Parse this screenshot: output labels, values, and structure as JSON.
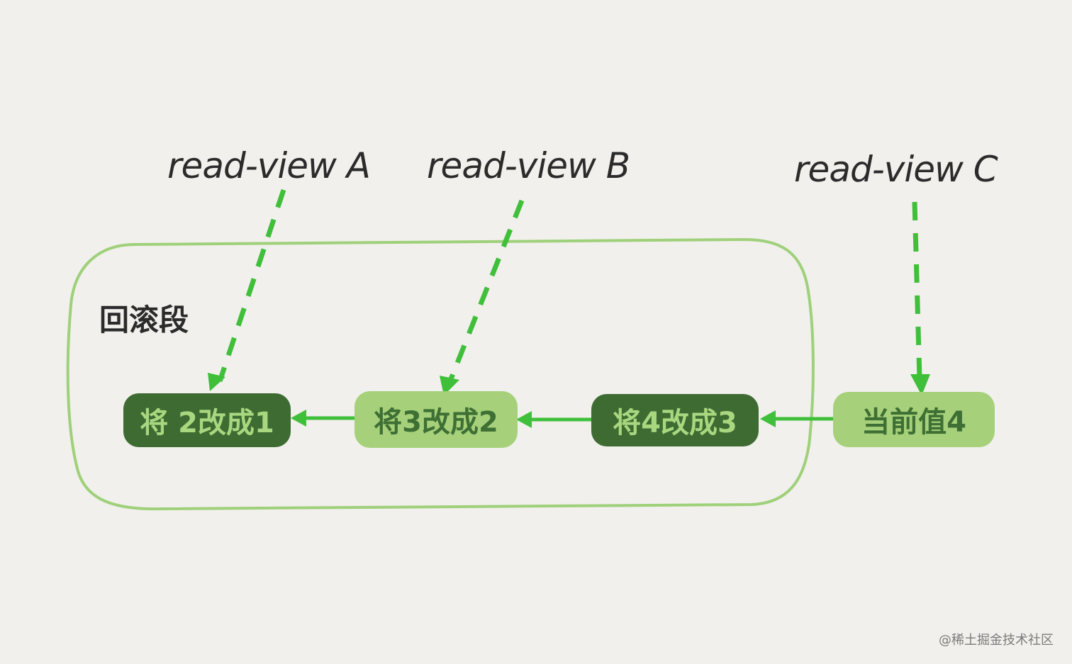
{
  "read_views": [
    {
      "id": "A",
      "label": "read-view A"
    },
    {
      "id": "B",
      "label": "read-view B"
    },
    {
      "id": "C",
      "label": "read-view C"
    }
  ],
  "rollback_segment": {
    "label": "回滚段"
  },
  "chain": [
    {
      "label": "将 2改成1",
      "style": "dark"
    },
    {
      "label": "将3改成2",
      "style": "light"
    },
    {
      "label": "将4改成3",
      "style": "dark"
    },
    {
      "label": "当前值4",
      "style": "light"
    }
  ],
  "watermark": "@稀土掘金技术社区",
  "colors": {
    "background": "#f1f0ec",
    "arrow_green": "#3fbf3a",
    "box_outline": "#9fd07a",
    "dark_node": "#3d6b32",
    "light_node": "#a6d17a",
    "label_text": "#2b2b2b"
  }
}
